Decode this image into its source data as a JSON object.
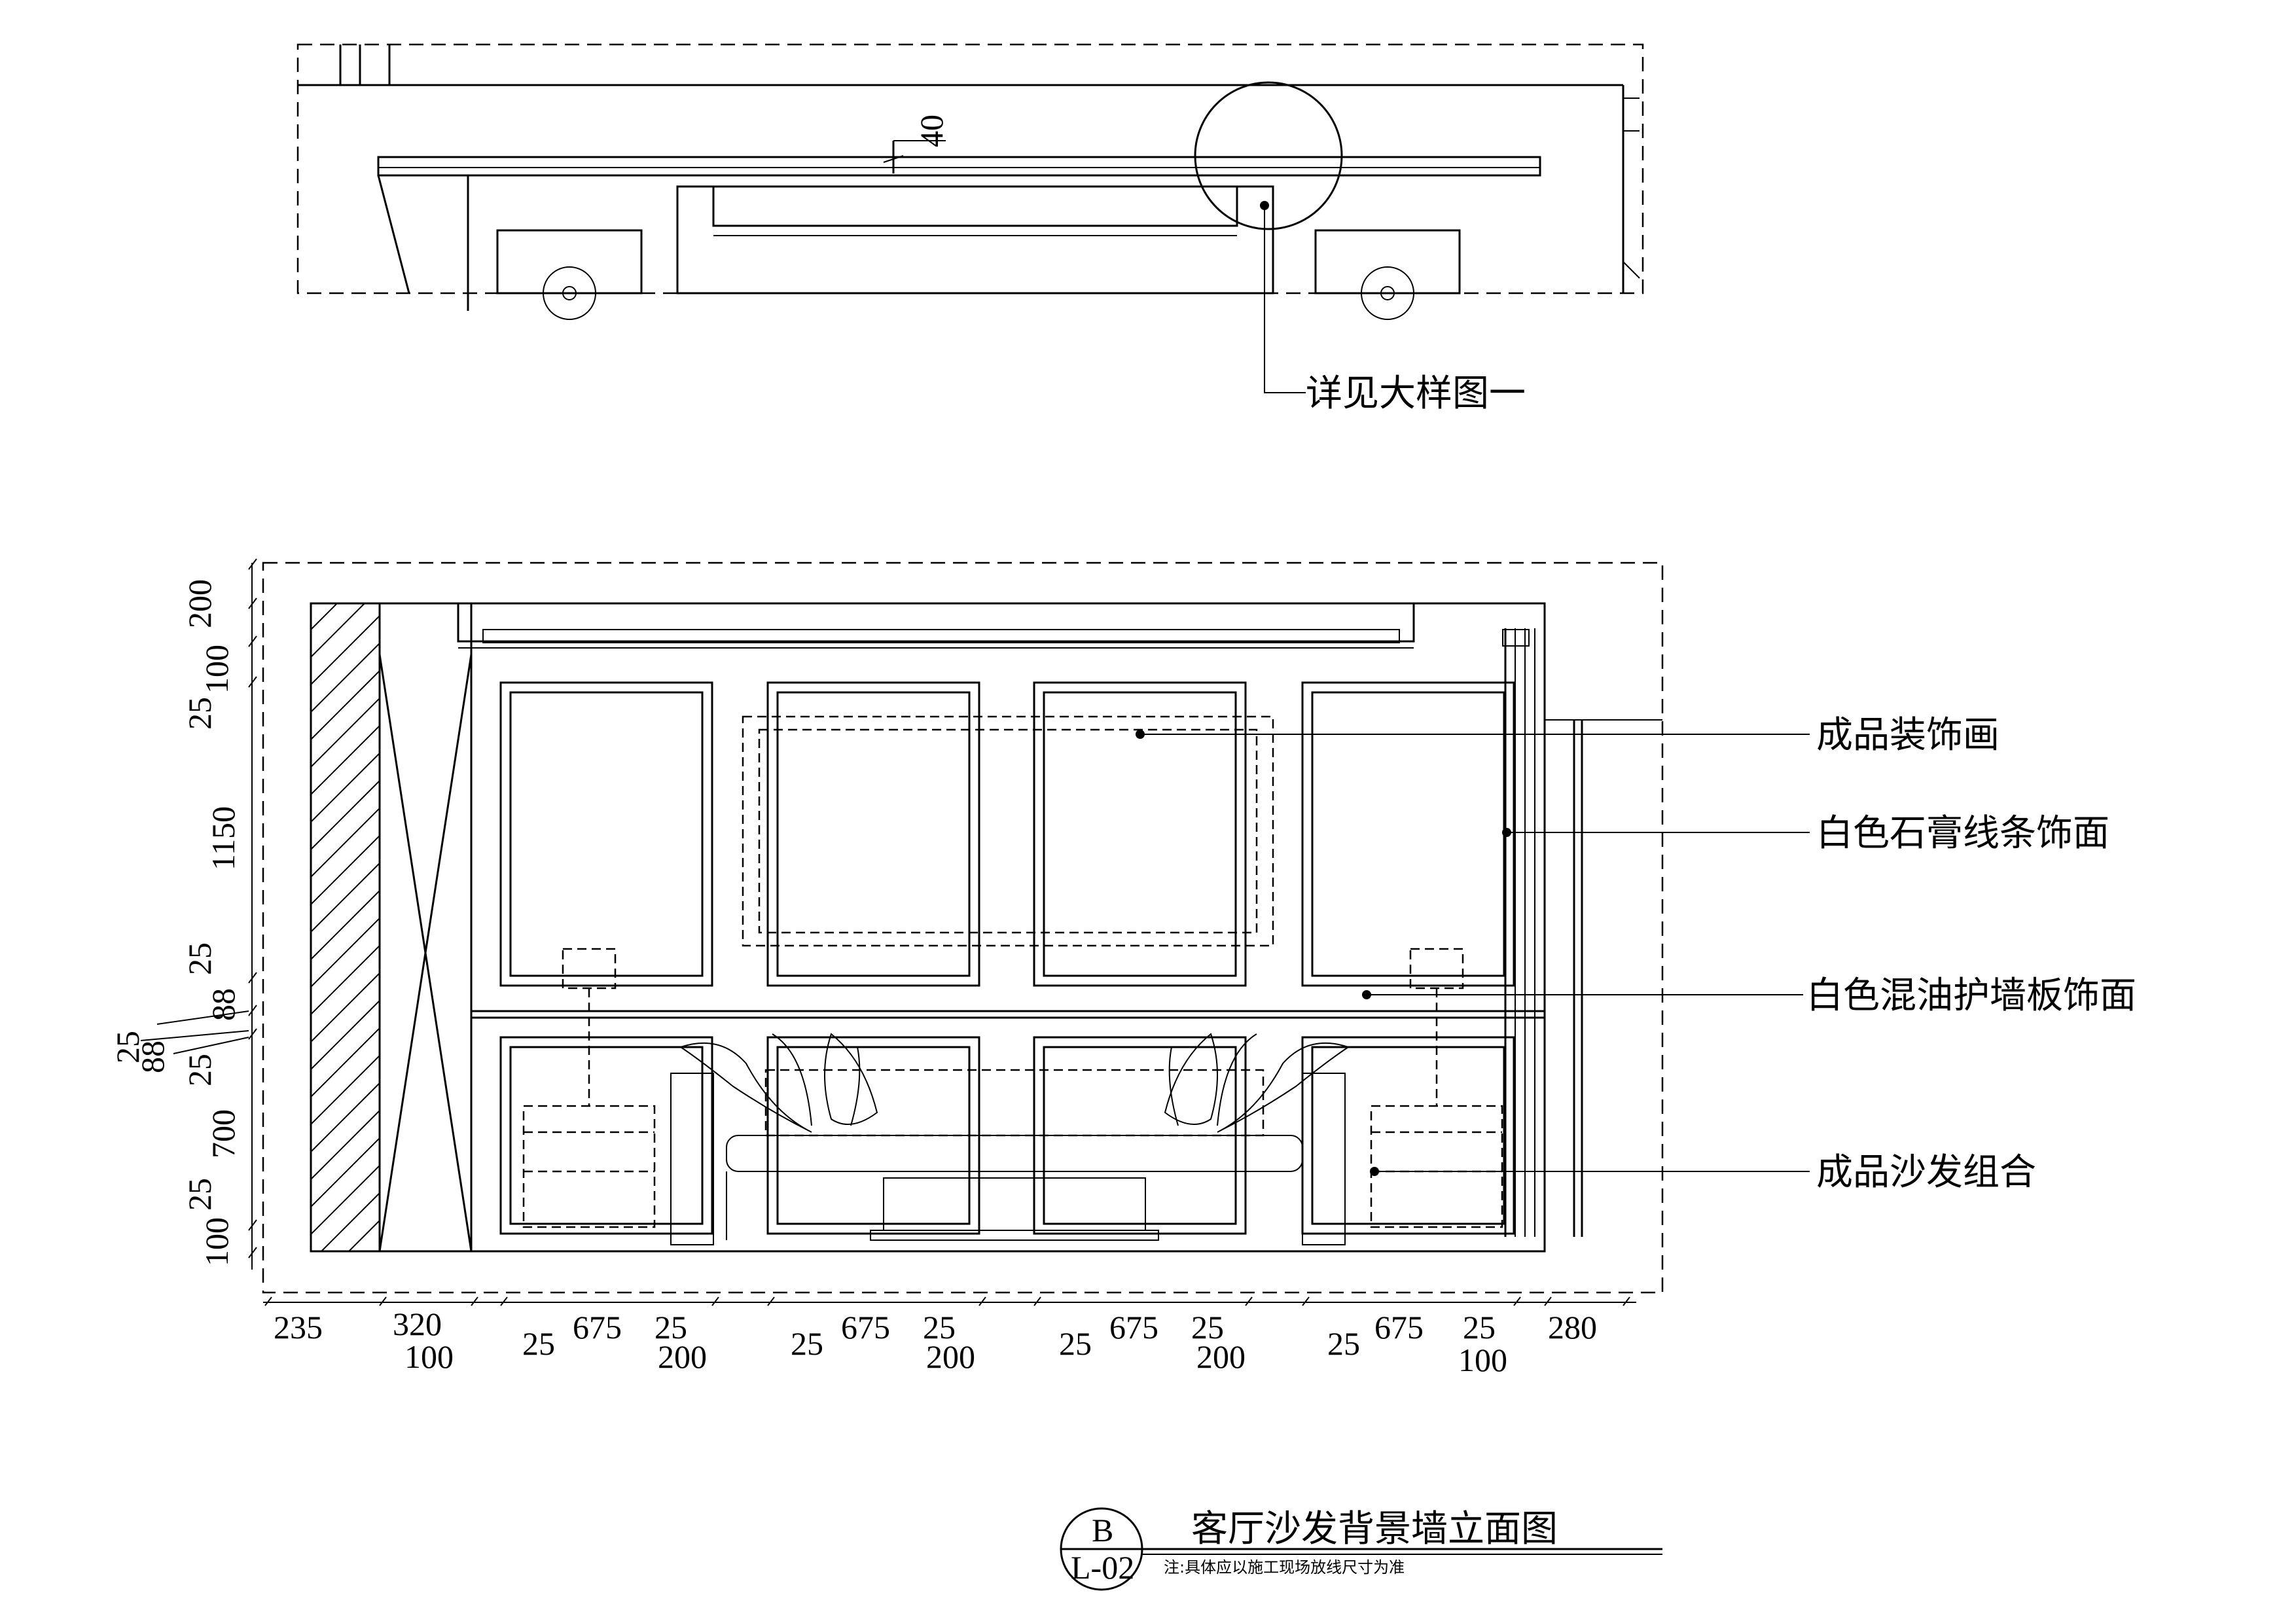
{
  "plan": {
    "dim_40": "40",
    "detail_callout": "详见大样图一"
  },
  "elevation": {
    "labels": {
      "painting": "成品装饰画",
      "plaster_molding": "白色石膏线条饰面",
      "wainscot": "白色混油护墙板饰面",
      "sofa": "成品沙发组合"
    },
    "vertical_dims": {
      "v200": "200",
      "v100_top": "100",
      "v25_a": "25",
      "v1150": "1150",
      "v25_b": "25",
      "v88": "88",
      "v25_outer": "25",
      "v88_outer": "88",
      "v25_c": "25",
      "v700": "700",
      "v25_d": "25",
      "v100_bottom": "100"
    },
    "horizontal_dims": {
      "h235": "235",
      "h320": "320",
      "h100_a": "100",
      "h25_1": "25",
      "h675_1": "675",
      "h25_1b": "25",
      "h200_1": "200",
      "h25_2": "25",
      "h675_2": "675",
      "h25_2b": "25",
      "h200_2": "200",
      "h25_3": "25",
      "h675_3": "675",
      "h25_3b": "25",
      "h200_3": "200",
      "h25_4": "25",
      "h675_4": "675",
      "h25_4b": "25",
      "h100_b": "100",
      "h280": "280"
    }
  },
  "title_block": {
    "symbol_top": "B",
    "symbol_bottom": "L-02",
    "title": "客厅沙发背景墙立面图",
    "note": "注:具体应以施工现场放线尺寸为准"
  }
}
